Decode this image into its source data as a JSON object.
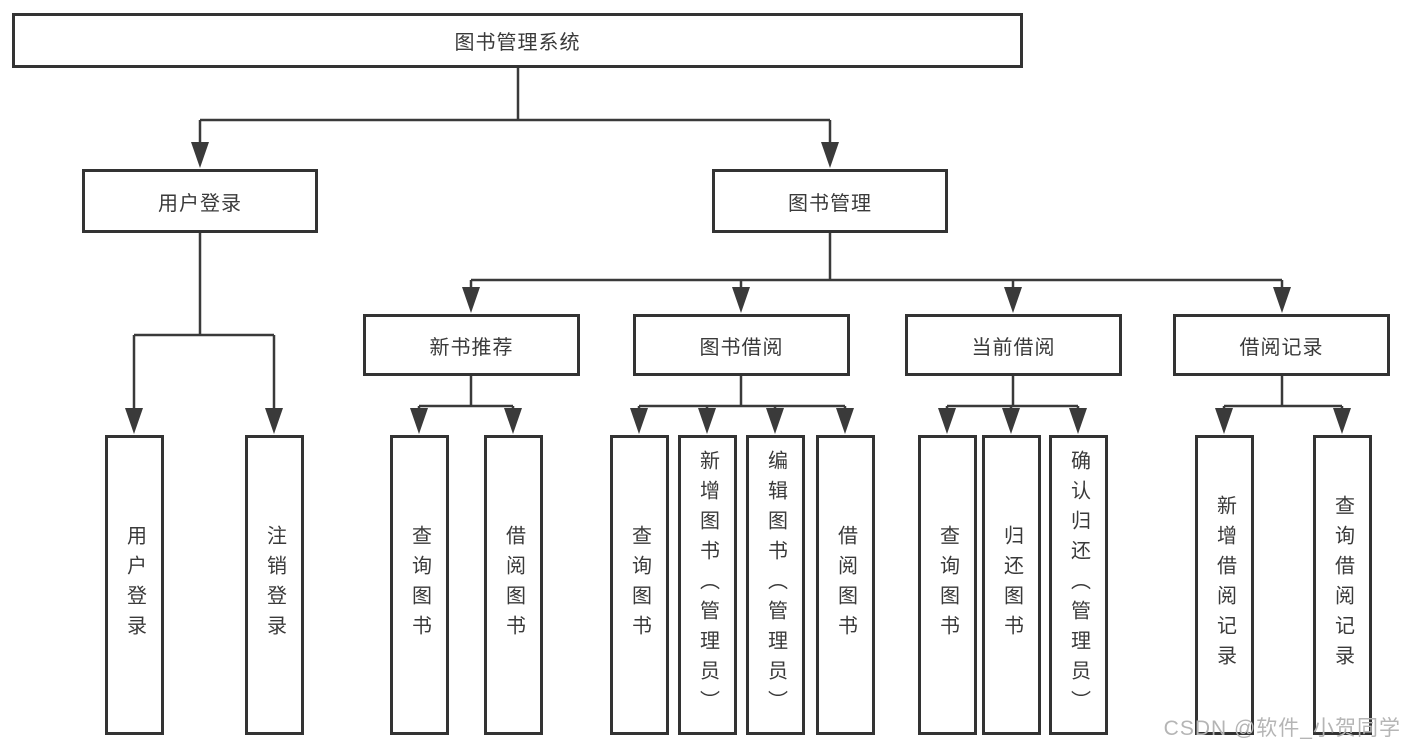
{
  "tree": {
    "root": {
      "label": "图书管理系统"
    },
    "user_login": {
      "label": "用户登录",
      "children": [
        {
          "label": "用户登录"
        },
        {
          "label": "注销登录"
        }
      ]
    },
    "book_management": {
      "label": "图书管理",
      "groups": [
        {
          "label": "新书推荐",
          "children": [
            {
              "label": "查询图书"
            },
            {
              "label": "借阅图书"
            }
          ]
        },
        {
          "label": "图书借阅",
          "children": [
            {
              "label": "查询图书"
            },
            {
              "label": "新增图书（管理员）"
            },
            {
              "label": "编辑图书（管理员）"
            },
            {
              "label": "借阅图书"
            }
          ]
        },
        {
          "label": "当前借阅",
          "children": [
            {
              "label": "查询图书"
            },
            {
              "label": "归还图书"
            },
            {
              "label": "确认归还（管理员）"
            }
          ]
        },
        {
          "label": "借阅记录",
          "children": [
            {
              "label": "新增借阅记录"
            },
            {
              "label": "查询借阅记录"
            }
          ]
        }
      ]
    }
  },
  "watermark": {
    "text": "CSDN @软件_小贺同学"
  },
  "colors": {
    "line": "#3a3a3a",
    "box_border": "#333333",
    "text": "#3a3a3a",
    "watermark": "#b5b5b5",
    "background": "#ffffff"
  }
}
